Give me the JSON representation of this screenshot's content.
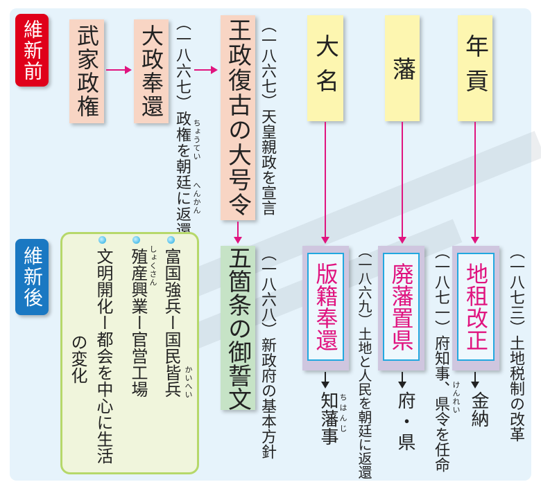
{
  "labels": {
    "before": "維新前",
    "after": "維新後"
  },
  "before": {
    "buke": "武家政権",
    "taisei": "大政奉還",
    "taisei_note": "（一八六七）政権を朝廷に返還",
    "taisei_ruby1": "ちょうてい",
    "taisei_ruby2": "へんかん",
    "ousei": "王政復古の大号令",
    "ousei_note": "（一八六七）天皇親政を宣言",
    "daimyo": "大名",
    "han": "藩",
    "nengu": "年貢"
  },
  "after": {
    "gokajo": "五箇条の御誓文",
    "gokajo_note": "（一八六八）新政府の基本方針",
    "hanseki": "版籍奉還",
    "hanseki_note": "（一八六九）土地と人民を朝廷に返還",
    "hanseki_result": "知藩事",
    "hanseki_ruby": "ちはんじ",
    "haihan": "廃藩置県",
    "haihan_note": "（一八七一）府知事、県令を任命",
    "haihan_ruby": "けんれい",
    "haihan_result": "府・県",
    "chiso": "地租改正",
    "chiso_note": "（一八七三）土地税制の改革",
    "chiso_result": "金納"
  },
  "policies": {
    "items": [
      "富国強兵ー国民皆兵",
      "殖産興業ー官営工場",
      "文明開化ー都会を中心に生活"
    ],
    "ruby_kaihei": "かいへい",
    "ruby_shokusan": "しょくさん",
    "suffix": "の変化"
  },
  "colors": {
    "before": "#e0001a",
    "after": "#1a78c2",
    "accent": "#e0147f"
  }
}
